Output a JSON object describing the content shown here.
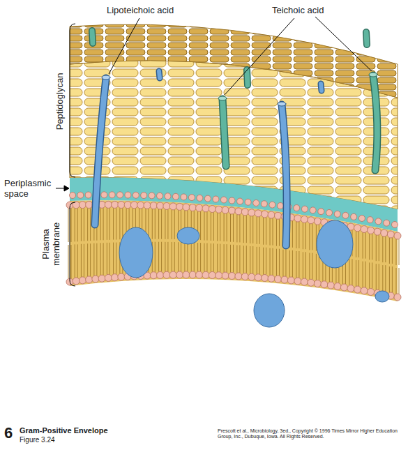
{
  "diagram": {
    "caption": "Gram-Positive Envelope",
    "labels": [
      "Lipoteichoic acid",
      "Teichoic acid",
      "Peptidoglycan",
      "Periplasmic space",
      "Plasma membrane",
      "6",
      "Figure 3.24",
      "Prescott et al., Microbiology, 3ed., Copyright © 1996 Times Mirror Higher Education Group, Inc., Dubuque, Iowa. All Rights Reserved."
    ]
  }
}
